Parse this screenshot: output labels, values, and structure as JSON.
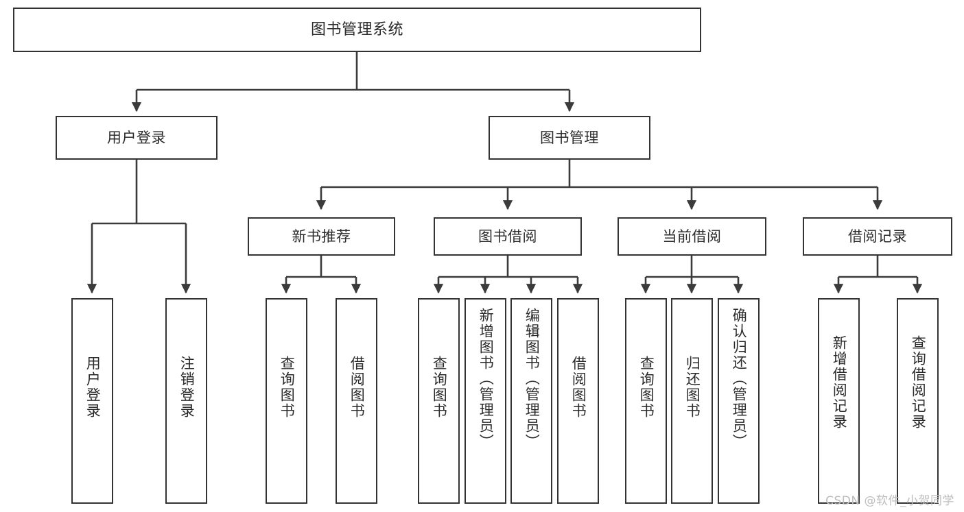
{
  "diagram": {
    "title": "图书管理系统",
    "type": "tree",
    "watermark": "CSDN @软件_小贺同学",
    "colors": {
      "node_border": "#333333",
      "node_fill": "#ffffff",
      "edge": "#3b3b3b",
      "text": "#2b2b2b",
      "watermark": "#bdbdbd",
      "background": "#ffffff"
    },
    "nodes": {
      "root": {
        "label": "图书管理系统"
      },
      "level1": [
        {
          "id": "user-login",
          "label": "用户登录"
        },
        {
          "id": "book-manage",
          "label": "图书管理"
        }
      ],
      "level2": [
        {
          "id": "new-book-recommend",
          "label": "新书推荐"
        },
        {
          "id": "book-borrow",
          "label": "图书借阅"
        },
        {
          "id": "current-borrow",
          "label": "当前借阅"
        },
        {
          "id": "borrow-record",
          "label": "借阅记录"
        }
      ],
      "leaves": {
        "user-login": [
          {
            "id": "leaf-user-login",
            "label": "用户登录"
          },
          {
            "id": "leaf-logout-login",
            "label": "注销登录"
          }
        ],
        "new-book-recommend": [
          {
            "id": "leaf-query-book-1",
            "label": "查询图书"
          },
          {
            "id": "leaf-borrow-book-1",
            "label": "借阅图书"
          }
        ],
        "book-borrow": [
          {
            "id": "leaf-query-book-2",
            "label": "查询图书"
          },
          {
            "id": "leaf-add-book",
            "label": "新增图书（管理员）"
          },
          {
            "id": "leaf-edit-book",
            "label": "编辑图书（管理员）"
          },
          {
            "id": "leaf-borrow-book-2",
            "label": "借阅图书"
          }
        ],
        "current-borrow": [
          {
            "id": "leaf-query-book-3",
            "label": "查询图书"
          },
          {
            "id": "leaf-return-book",
            "label": "归还图书"
          },
          {
            "id": "leaf-confirm-return",
            "label": "确认归还（管理员）"
          }
        ],
        "borrow-record": [
          {
            "id": "leaf-add-record",
            "label": "新增借阅记录"
          },
          {
            "id": "leaf-query-record",
            "label": "查询借阅记录"
          }
        ]
      }
    }
  }
}
